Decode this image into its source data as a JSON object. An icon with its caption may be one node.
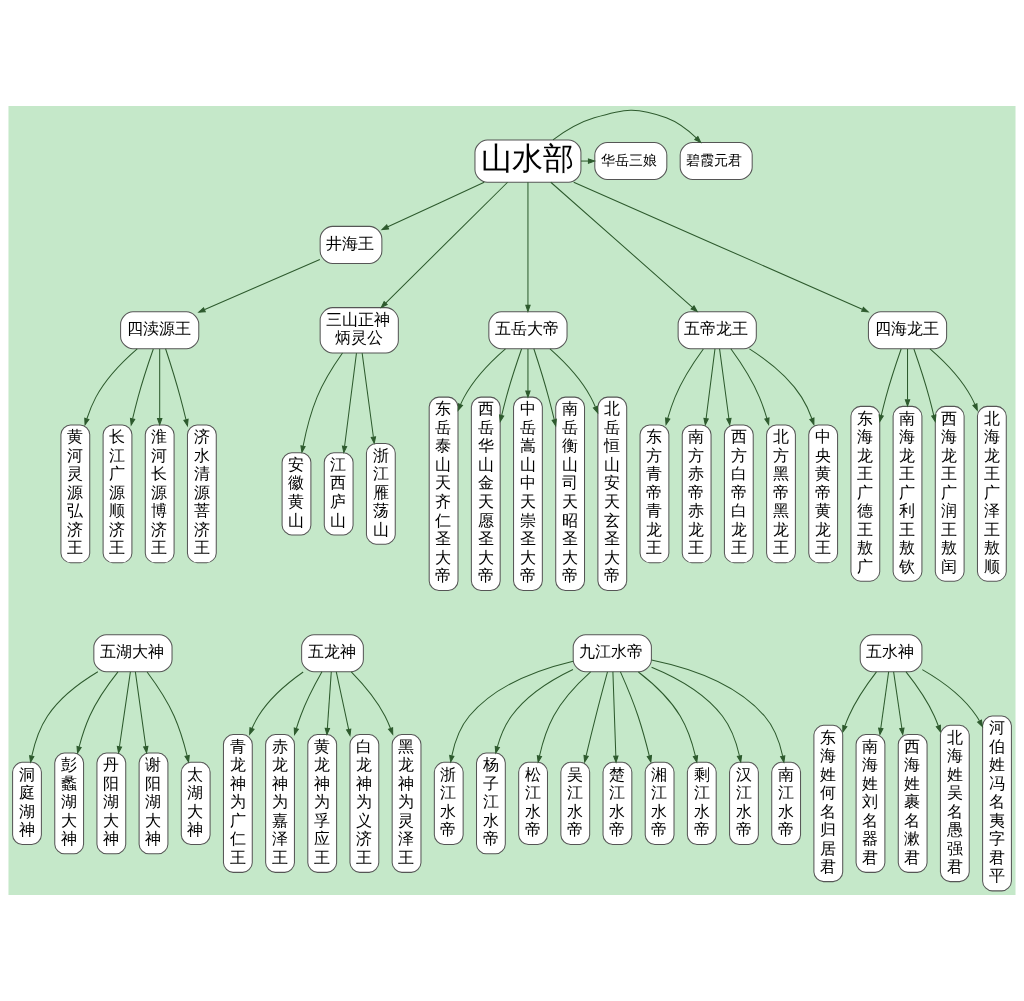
{
  "diagram": {
    "nodes": [
      {
        "text": [
          "山水部"
        ]
      },
      {
        "text": [
          "碧霞元君"
        ]
      },
      {
        "text": [
          "华岳三娘"
        ]
      },
      {
        "text": [
          "井海王"
        ]
      },
      {
        "text": [
          "三山正神炳灵公"
        ]
      },
      {
        "text": [
          "五岳大帝"
        ]
      },
      {
        "text": [
          "四渎源王"
        ]
      },
      {
        "text": [
          "五帝龙王"
        ]
      },
      {
        "text": [
          "四海龙王"
        ]
      },
      {
        "text": [
          "安徽黄山"
        ]
      },
      {
        "text": [
          "江西庐山"
        ]
      },
      {
        "text": [
          "浙江雁荡山"
        ]
      },
      {
        "text": [
          "东岳泰山天齐仁圣大帝"
        ]
      },
      {
        "text": [
          "西岳华山金天愿圣大帝"
        ]
      },
      {
        "text": [
          "中岳嵩山中天崇圣大帝"
        ]
      },
      {
        "text": [
          "南岳衡山司天昭圣大帝"
        ]
      },
      {
        "text": [
          "北岳恒山安天玄圣大帝"
        ]
      },
      {
        "text": [
          "黄河灵源弘济王"
        ]
      },
      {
        "text": [
          "长江广源顺济王"
        ]
      },
      {
        "text": [
          "淮河长源博济王"
        ]
      },
      {
        "text": [
          "济水清源菩济王"
        ]
      },
      {
        "text": [
          "东方青帝青龙王"
        ]
      },
      {
        "text": [
          "南方赤帝赤龙王"
        ]
      },
      {
        "text": [
          "西方白帝白龙王"
        ]
      },
      {
        "text": [
          "北方黑帝黑龙王"
        ]
      },
      {
        "text": [
          "中央黄帝黄龙王"
        ]
      },
      {
        "text": [
          "东海龙王广德王敖广"
        ]
      },
      {
        "text": [
          "南海龙王广利王敖钦"
        ]
      },
      {
        "text": [
          "西海龙王广润王敖闰"
        ]
      },
      {
        "text": [
          "北海龙王广泽王敖顺"
        ]
      },
      {
        "text": [
          "五龙神"
        ]
      },
      {
        "text": [
          "九江水帝"
        ]
      },
      {
        "text": [
          "五湖大神"
        ]
      },
      {
        "text": [
          "五水神"
        ]
      },
      {
        "text": [
          "青龙神为广仁王"
        ]
      },
      {
        "text": [
          "赤龙神为嘉泽王"
        ]
      },
      {
        "text": [
          "黄龙神为孚应王"
        ]
      },
      {
        "text": [
          "白龙神为义济王"
        ]
      },
      {
        "text": [
          "黑龙神为灵泽王"
        ]
      },
      {
        "text": [
          "浙江水帝"
        ]
      },
      {
        "text": [
          "杨子江水帝"
        ]
      },
      {
        "text": [
          "松江水帝"
        ]
      },
      {
        "text": [
          "吴江水帝"
        ]
      },
      {
        "text": [
          "楚江水帝"
        ]
      },
      {
        "text": [
          "湘江水帝"
        ]
      },
      {
        "text": [
          "剩江水帝"
        ]
      },
      {
        "text": [
          "汉江水帝"
        ]
      },
      {
        "text": [
          "南江水帝"
        ]
      },
      {
        "text": [
          "洞庭湖神"
        ]
      },
      {
        "text": [
          "彭蠡湖大神"
        ]
      },
      {
        "text": [
          "丹阳湖大神"
        ]
      },
      {
        "text": [
          "谢阳湖大神"
        ]
      },
      {
        "text": [
          "太湖大神"
        ]
      },
      {
        "text": [
          "东海姓何名归居君"
        ]
      },
      {
        "text": [
          "南海姓刘名器君"
        ]
      },
      {
        "text": [
          "西海姓裹名漱君"
        ]
      },
      {
        "text": [
          "北海姓吴名愚强君"
        ]
      },
      {
        "text": [
          "河伯姓冯名夷字君平"
        ]
      }
    ],
    "edges": [
      {
        "from": 0,
        "to": 1,
        "arrow": "to"
      },
      {
        "from": 0,
        "to": 2,
        "arrow": "to"
      },
      {
        "from": 0,
        "to": 4,
        "arrow": "to"
      },
      {
        "from": 0,
        "to": 5,
        "arrow": "to"
      },
      {
        "from": 0,
        "to": 3,
        "arrow": "to"
      },
      {
        "from": 3,
        "to": 6,
        "arrow": "to"
      },
      {
        "from": 0,
        "to": 7,
        "arrow": "to"
      },
      {
        "from": 0,
        "to": 8,
        "arrow": "to"
      },
      {
        "from": 4,
        "to": 9,
        "arrow": "to"
      },
      {
        "from": 4,
        "to": 10,
        "arrow": "to"
      },
      {
        "from": 4,
        "to": 11,
        "arrow": "to"
      },
      {
        "from": 5,
        "to": 12,
        "arrow": "to"
      },
      {
        "from": 5,
        "to": 13,
        "arrow": "to"
      },
      {
        "from": 5,
        "to": 14,
        "arrow": "to"
      },
      {
        "from": 5,
        "to": 15,
        "arrow": "to"
      },
      {
        "from": 5,
        "to": 16,
        "arrow": "to"
      },
      {
        "from": 6,
        "to": 17,
        "arrow": "to"
      },
      {
        "from": 6,
        "to": 18,
        "arrow": "to"
      },
      {
        "from": 6,
        "to": 19,
        "arrow": "to"
      },
      {
        "from": 6,
        "to": 20,
        "arrow": "to"
      },
      {
        "from": 7,
        "to": 21,
        "arrow": "to"
      },
      {
        "from": 7,
        "to": 22,
        "arrow": "to"
      },
      {
        "from": 7,
        "to": 23,
        "arrow": "to"
      },
      {
        "from": 7,
        "to": 24,
        "arrow": "to"
      },
      {
        "from": 7,
        "to": 25,
        "arrow": "to"
      },
      {
        "from": 8,
        "to": 26,
        "arrow": "to"
      },
      {
        "from": 8,
        "to": 27,
        "arrow": "to"
      },
      {
        "from": 8,
        "to": 28,
        "arrow": "to"
      },
      {
        "from": 8,
        "to": 29,
        "arrow": "to"
      },
      {
        "from": 30,
        "to": 34,
        "arrow": "to"
      },
      {
        "from": 30,
        "to": 35,
        "arrow": "to"
      },
      {
        "from": 30,
        "to": 36,
        "arrow": "to"
      },
      {
        "from": 30,
        "to": 37,
        "arrow": "to"
      },
      {
        "from": 30,
        "to": 38,
        "arrow": "to"
      },
      {
        "from": 31,
        "to": 39,
        "arrow": "to"
      },
      {
        "from": 31,
        "to": 40,
        "arrow": "to"
      },
      {
        "from": 31,
        "to": 41,
        "arrow": "to"
      },
      {
        "from": 31,
        "to": 42,
        "arrow": "to"
      },
      {
        "from": 31,
        "to": 43,
        "arrow": "to"
      },
      {
        "from": 31,
        "to": 44,
        "arrow": "to"
      },
      {
        "from": 31,
        "to": 45,
        "arrow": "to"
      },
      {
        "from": 31,
        "to": 46,
        "arrow": "to"
      },
      {
        "from": 31,
        "to": 47,
        "arrow": "to"
      },
      {
        "from": 32,
        "to": 48,
        "arrow": "to"
      },
      {
        "from": 32,
        "to": 49,
        "arrow": "to"
      },
      {
        "from": 32,
        "to": 50,
        "arrow": "to"
      },
      {
        "from": 32,
        "to": 51,
        "arrow": "to"
      },
      {
        "from": 32,
        "to": 52,
        "arrow": "to"
      },
      {
        "from": 33,
        "to": 53,
        "arrow": "to"
      },
      {
        "from": 33,
        "to": 54,
        "arrow": "to"
      },
      {
        "from": 33,
        "to": 55,
        "arrow": "to"
      },
      {
        "from": 33,
        "to": 56,
        "arrow": "to"
      },
      {
        "from": 33,
        "to": 57,
        "arrow": "to"
      }
    ]
  }
}
